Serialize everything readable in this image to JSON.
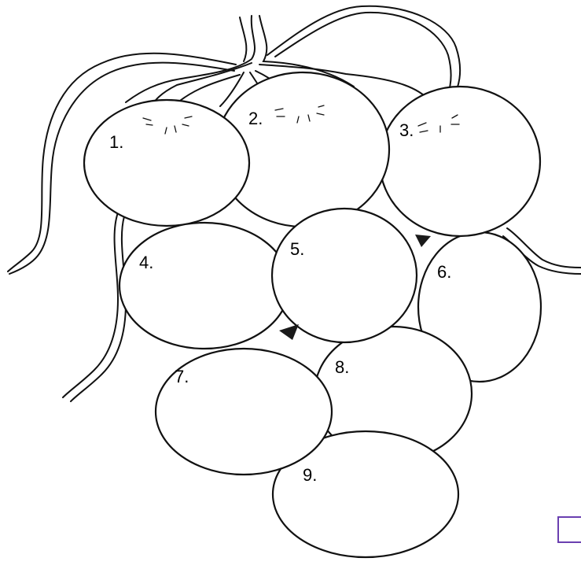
{
  "diagram": {
    "type": "numbered-cluster-illustration",
    "labels": [
      "1.",
      "2.",
      "3.",
      "4.",
      "5.",
      "6.",
      "7.",
      "8.",
      "9."
    ],
    "accent_box_color": "#6a3fb0"
  }
}
